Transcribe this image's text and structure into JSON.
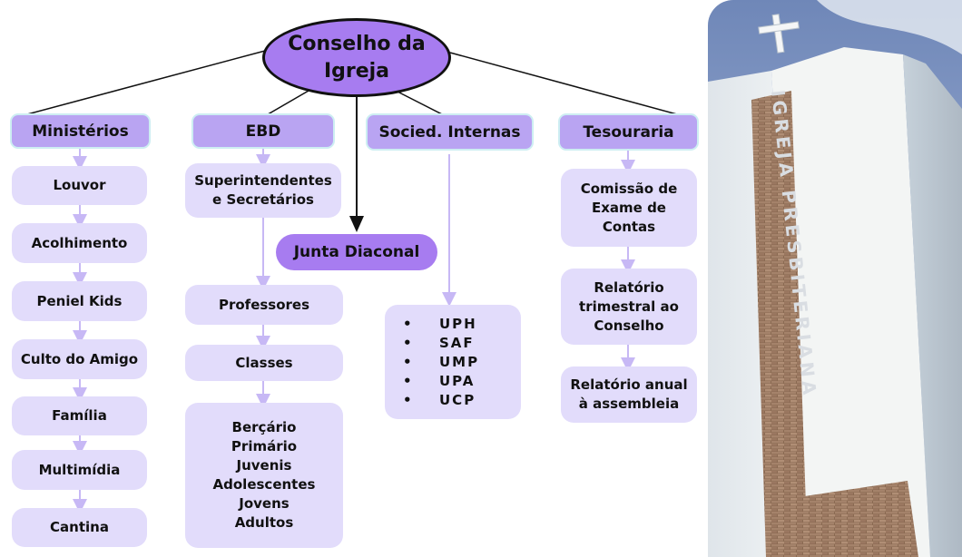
{
  "root": {
    "line1": "Conselho da",
    "line2": "Igreja"
  },
  "junta": "Junta Diaconal",
  "columns": {
    "ministerios": {
      "header": "Ministérios",
      "items": [
        "Louvor",
        "Acolhimento",
        "Peniel Kids",
        "Culto do Amigo",
        "Família",
        "Multimídia",
        "Cantina"
      ]
    },
    "ebd": {
      "header": "EBD",
      "superintendentes": [
        "Superintendentes",
        "e Secretários"
      ],
      "professores": "Professores",
      "classes": "Classes",
      "class_list": [
        "Berçário",
        "Primário",
        "Juvenis",
        "Adolescentes",
        "Jovens",
        "Adultos"
      ]
    },
    "sociedades": {
      "header": "Socied. Internas",
      "bullet": "•",
      "items": [
        "UPH",
        "SAF",
        "UMP",
        "UPA",
        "UCP"
      ]
    },
    "tesouraria": {
      "header": "Tesouraria",
      "comissao": [
        "Comissão de",
        "Exame de",
        "Contas"
      ],
      "trimestral": [
        "Relatório",
        "trimestral ao",
        "Conselho"
      ],
      "anual": [
        "Relatório anual",
        "à assembleia"
      ]
    }
  },
  "photo": {
    "sign": "IGREJA PRESBITERIANA"
  },
  "colors": {
    "root_fill": "#a77cf0",
    "header_fill": "#b9a4f2",
    "box_fill": "#e2dcfb",
    "connector": "#c7b8f5"
  }
}
